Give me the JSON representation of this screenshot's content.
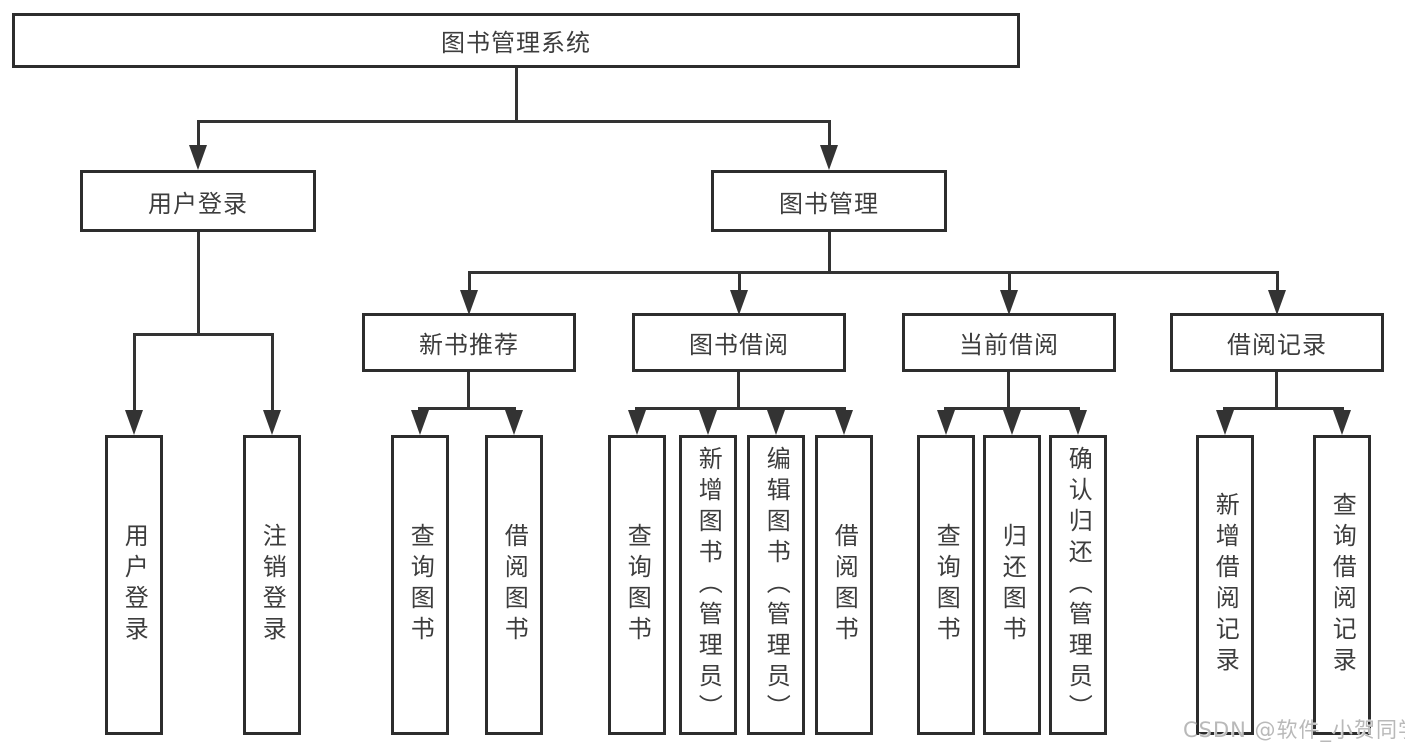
{
  "root": {
    "label": "图书管理系统"
  },
  "login_branch": {
    "label": "用户登录",
    "leaves": [
      {
        "label": "用户登录"
      },
      {
        "label": "注销登录"
      }
    ]
  },
  "mgmt_branch": {
    "label": "图书管理",
    "groups": [
      {
        "label": "新书推荐",
        "leaves": [
          {
            "label": "查询图书"
          },
          {
            "label": "借阅图书"
          }
        ]
      },
      {
        "label": "图书借阅",
        "leaves": [
          {
            "label": "查询图书"
          },
          {
            "label": "新增图书（管理员）"
          },
          {
            "label": "编辑图书（管理员）"
          },
          {
            "label": "借阅图书"
          }
        ]
      },
      {
        "label": "当前借阅",
        "leaves": [
          {
            "label": "查询图书"
          },
          {
            "label": "归还图书"
          },
          {
            "label": "确认归还（管理员）"
          }
        ]
      },
      {
        "label": "借阅记录",
        "leaves": [
          {
            "label": "新增借阅记录"
          },
          {
            "label": "查询借阅记录"
          }
        ]
      }
    ]
  },
  "watermark": {
    "text": "CSDN @软件_小贺同学"
  },
  "colors": {
    "line": "#333333",
    "box_border": "#2d2d2d",
    "text": "#3d3d3d",
    "background": "#ffffff",
    "watermark": "#b9b9b9"
  }
}
